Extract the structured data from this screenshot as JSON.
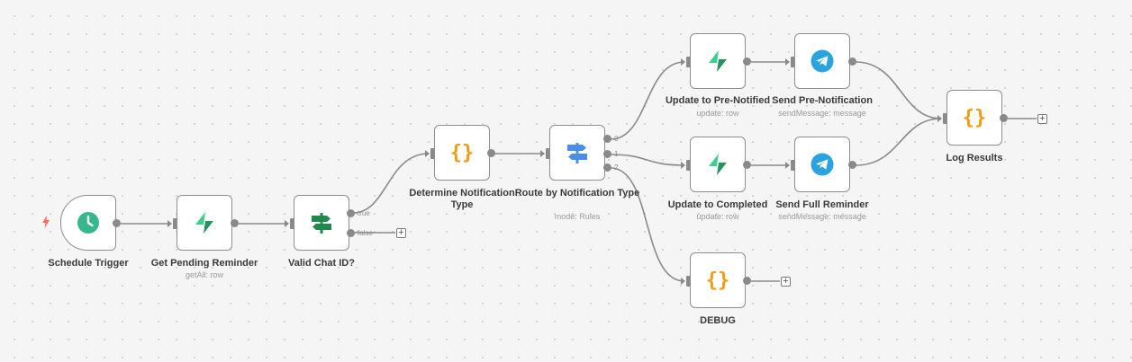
{
  "nodes": {
    "schedule": {
      "label": "Schedule Trigger",
      "icon": "clock-icon"
    },
    "get_pending": {
      "label": "Get Pending Reminder",
      "sub": "getAll: row",
      "icon": "supabase-icon"
    },
    "valid_chat": {
      "label": "Valid Chat ID?",
      "icon": "if-signpost-icon"
    },
    "determine": {
      "label": "Determine Notification Type",
      "icon": "code-braces-icon"
    },
    "route": {
      "label": "Route by Notification Type",
      "sub": "mode: Rules",
      "icon": "switch-icon"
    },
    "update_pre": {
      "label": "Update to Pre-Notified",
      "sub": "update: row",
      "icon": "supabase-icon"
    },
    "send_pre": {
      "label": "Send Pre-Notification",
      "sub": "sendMessage: message",
      "icon": "telegram-icon"
    },
    "update_completed": {
      "label": "Update to Completed",
      "sub": "update: row",
      "icon": "supabase-icon"
    },
    "send_full": {
      "label": "Send Full Reminder",
      "sub": "sendMessage: message",
      "icon": "telegram-icon"
    },
    "debug": {
      "label": "DEBUG",
      "icon": "code-braces-icon"
    },
    "log_results": {
      "label": "Log Results",
      "icon": "code-braces-icon"
    }
  },
  "branches": {
    "true": "true",
    "false": "false",
    "out0": "0",
    "out1": "1",
    "out2": "2"
  },
  "colors": {
    "clock": "#35b98c",
    "supabase": "#3ecf8e",
    "if_green": "#1f8a4c",
    "code": "#f39c12",
    "switch": "#4a8fe7",
    "telegram": "#2aa3e0",
    "trigger_bolt": "#ff6d5a",
    "wire": "#8a8a8a"
  },
  "plus_symbol": "+"
}
